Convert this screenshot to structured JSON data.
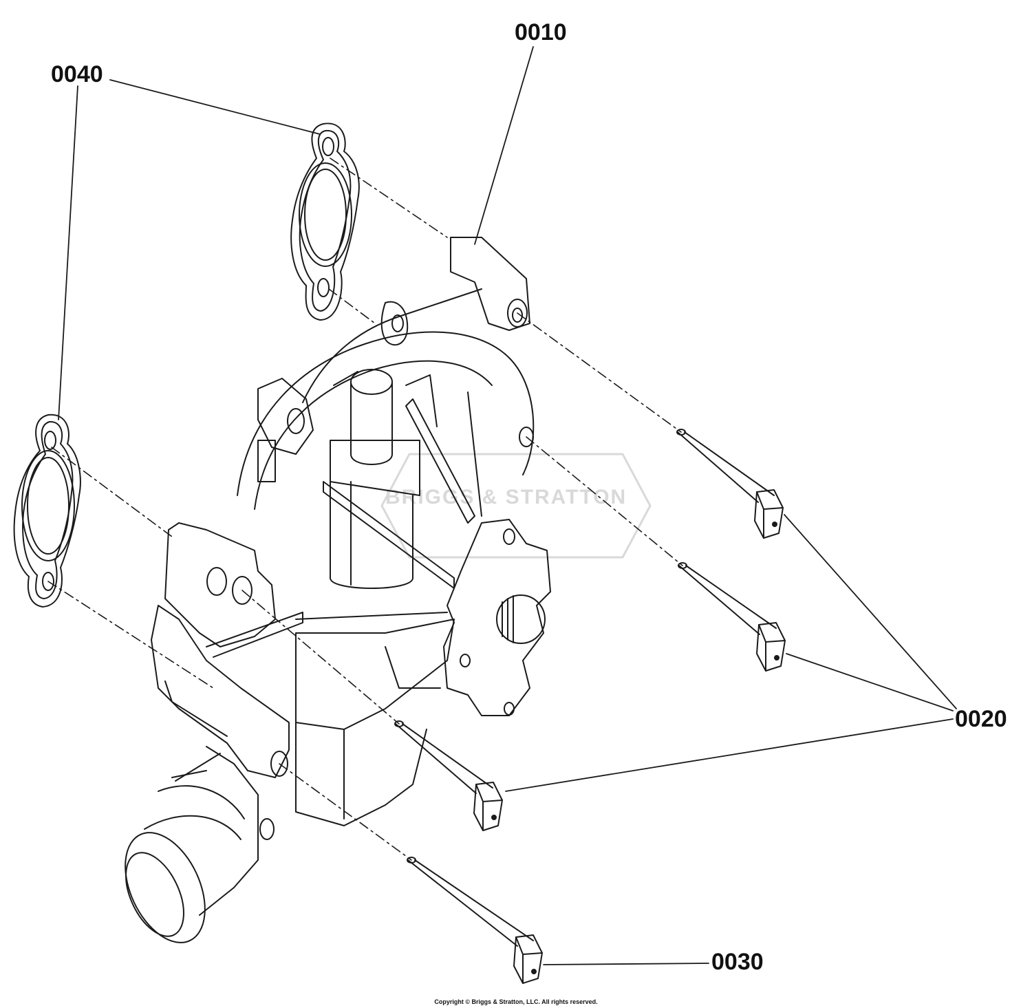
{
  "callouts": {
    "part_0010": "0010",
    "part_0020": "0020",
    "part_0030": "0030",
    "part_0040": "0040"
  },
  "watermark": "BRIGGS & STRATTON",
  "copyright": "Copyright © Briggs & Stratton, LLC. All rights reserved.",
  "colors": {
    "line": "#1a1a1a",
    "dash": "#1a1a1a",
    "watermark": "#d9d9d9"
  }
}
